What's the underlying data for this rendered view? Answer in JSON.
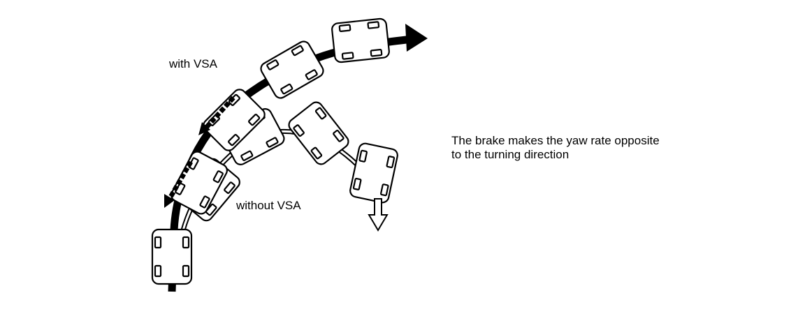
{
  "labels": {
    "with_vsa": "with VSA",
    "without_vsa": "without VSA",
    "explanation_line1": "The brake makes the yaw rate opposite",
    "explanation_line2": "to the turning direction"
  },
  "colors": {
    "ink": "#000000",
    "paper": "#ffffff"
  },
  "icons": {
    "vehicle": "car-top-view-icon",
    "brake_arrow": "dashed-arrow-icon",
    "direction_arrow": "arrow-icon"
  }
}
